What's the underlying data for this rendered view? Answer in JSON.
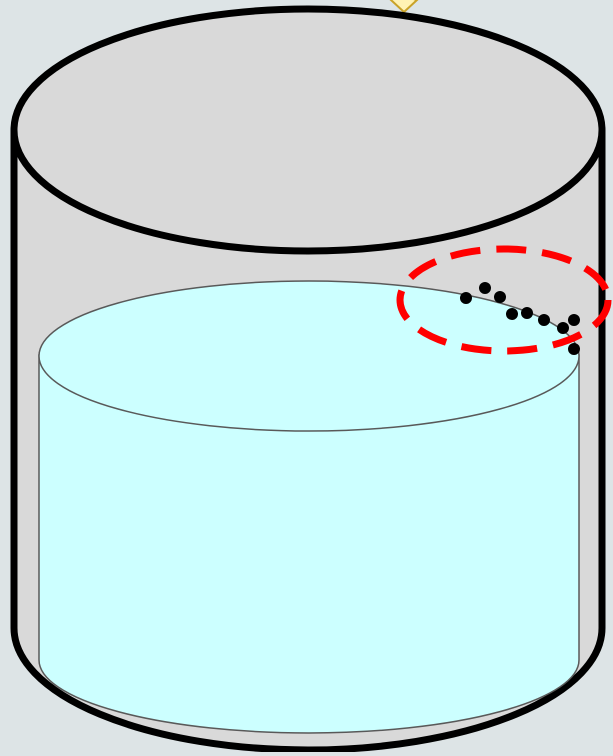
{
  "diagram": {
    "background_color": "#dde4e6",
    "container": {
      "fill": "#d9d9d9",
      "outline_color": "#000000"
    },
    "liquid": {
      "fill": "#ccffff",
      "outline_color": "#595959"
    },
    "particles": {
      "count": 9,
      "color": "#000000"
    },
    "highlight": {
      "shape": "dashed-ellipse",
      "color": "#ff0000"
    },
    "top_marker": {
      "shape": "diamond",
      "fill": "#fff2b3",
      "outline_color": "#c9a227"
    }
  }
}
